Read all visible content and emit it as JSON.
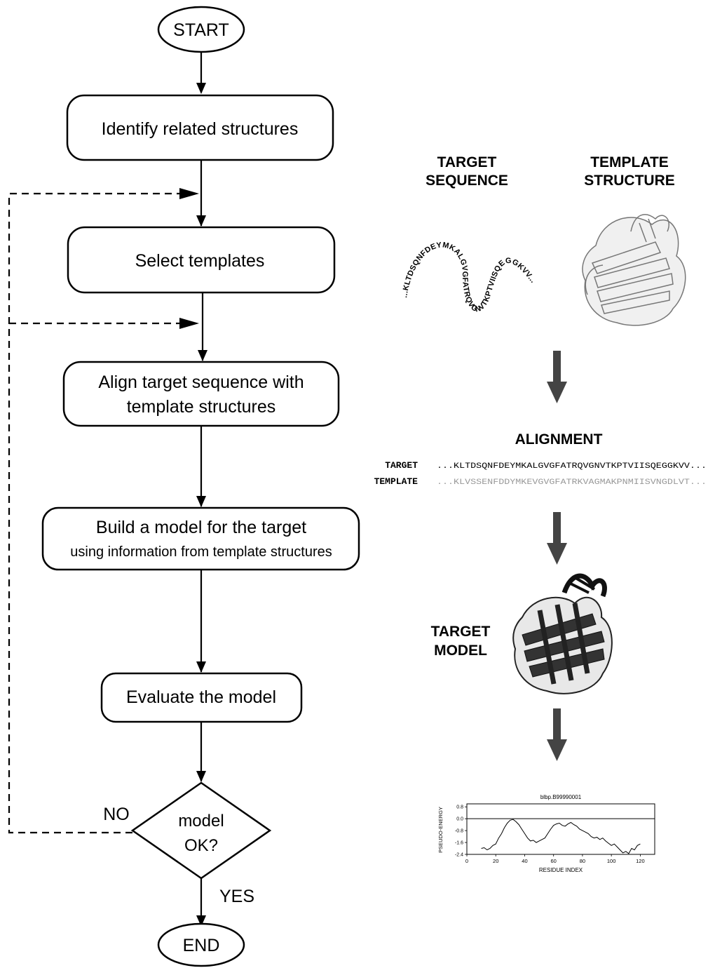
{
  "flowchart": {
    "start": "START",
    "end": "END",
    "steps": [
      {
        "line1": "Identify related structures",
        "line2": ""
      },
      {
        "line1": "Select templates",
        "line2": ""
      },
      {
        "line1": "Align target sequence with",
        "line2": "template structures"
      },
      {
        "line1": "Build a model for the target",
        "line2": "using information from template structures"
      },
      {
        "line1": "Evaluate the model",
        "line2": ""
      }
    ],
    "decision": {
      "line1": "model",
      "line2": "OK?"
    },
    "no_label": "NO",
    "yes_label": "YES"
  },
  "illustration": {
    "target_sequence_label": [
      "TARGET",
      "SEQUENCE"
    ],
    "template_structure_label": [
      "TEMPLATE",
      "STRUCTURE"
    ],
    "wavy_sequence_text": "...KLTDSQNFDEYMKALGVGFATRQVGNVTKPTVIISQEGGKVV...",
    "alignment_title": "ALIGNMENT",
    "alignment_rows": [
      {
        "label": "TARGET",
        "seq": "...KLTDSQNFDEYMKALGVGFATRQVGNVTKPTVIISQEGGKVV..."
      },
      {
        "label": "TEMPLATE",
        "seq": "...KLVSSENFDDYMKEVGVGFATRKVAGMAKPNMIISVNGDLVT..."
      }
    ],
    "target_model_label": [
      "TARGET",
      "MODEL"
    ]
  },
  "chart_data": {
    "type": "line",
    "title": "blbp.B99990001",
    "xlabel": "RESIDUE INDEX",
    "ylabel": "PSEUDO-ENERGY",
    "xlim": [
      0,
      130
    ],
    "ylim": [
      -2.4,
      1.0
    ],
    "xticks": [
      0,
      20,
      40,
      60,
      80,
      100,
      120
    ],
    "yticks": [
      0.8,
      0.0,
      -0.8,
      -1.6,
      -2.4
    ],
    "ytick_labels": [
      "0.8",
      "0.0",
      "-0.8",
      "-1.6",
      "-2.4"
    ],
    "series": [
      {
        "x": [
          10,
          12,
          14,
          16,
          18,
          20,
          22,
          24,
          26,
          28,
          30,
          32,
          34,
          36,
          38,
          40,
          42,
          44,
          46,
          48,
          50,
          52,
          54,
          56,
          58,
          60,
          62,
          64,
          66,
          68,
          70,
          72,
          74,
          76,
          78,
          80,
          82,
          84,
          86,
          88,
          90,
          92,
          94,
          96,
          98,
          100,
          102,
          104,
          106,
          108,
          110,
          112,
          114,
          116,
          118,
          120
        ],
        "values": [
          -2.0,
          -1.95,
          -2.1,
          -2.0,
          -1.8,
          -1.7,
          -1.3,
          -1.0,
          -0.6,
          -0.3,
          -0.1,
          -0.05,
          -0.2,
          -0.4,
          -0.7,
          -1.0,
          -1.3,
          -1.5,
          -1.45,
          -1.6,
          -1.5,
          -1.4,
          -1.3,
          -1.0,
          -0.7,
          -0.45,
          -0.35,
          -0.3,
          -0.45,
          -0.5,
          -0.35,
          -0.25,
          -0.4,
          -0.5,
          -0.7,
          -0.8,
          -0.9,
          -1.0,
          -1.2,
          -1.3,
          -1.25,
          -1.4,
          -1.3,
          -1.5,
          -1.65,
          -1.8,
          -1.7,
          -1.9,
          -2.1,
          -2.3,
          -2.2,
          -2.35,
          -2.0,
          -2.1,
          -1.8,
          -1.7
        ]
      }
    ]
  }
}
